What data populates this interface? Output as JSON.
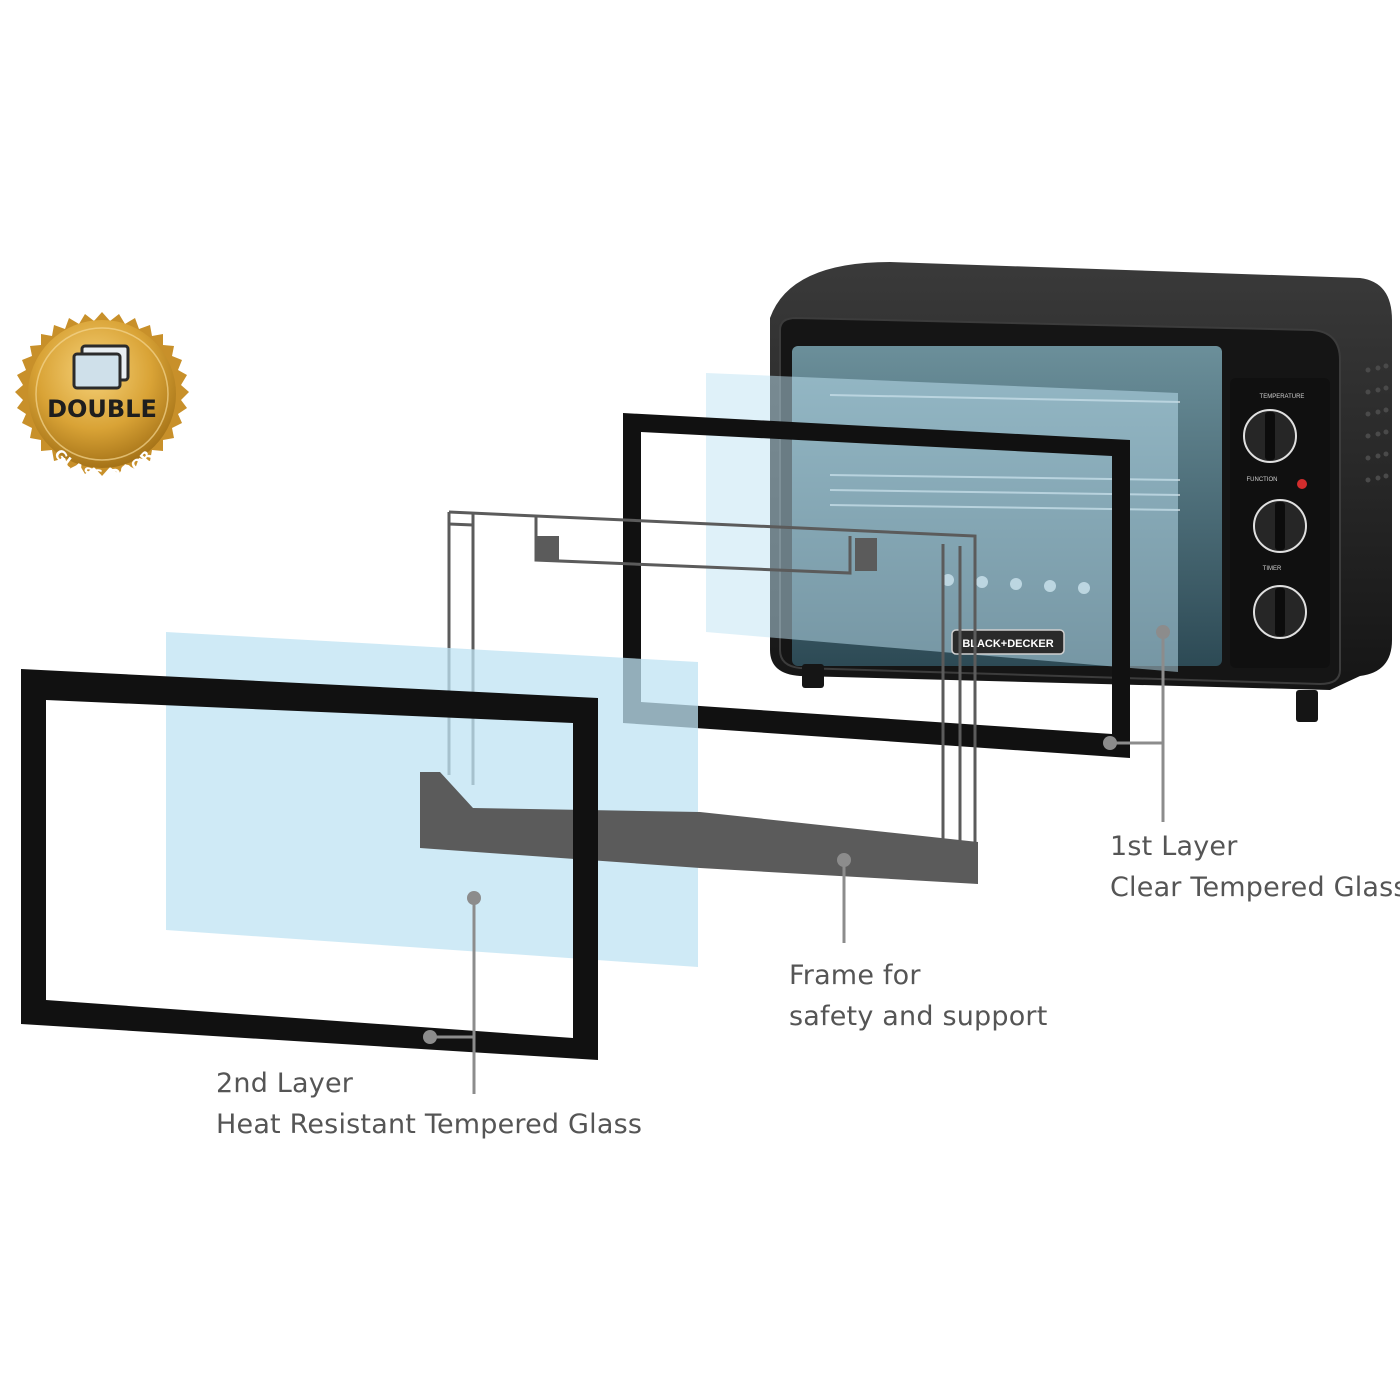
{
  "badge": {
    "line1": "DOUBLE",
    "line2": "GLASS DOOR",
    "color_gold": "#d9a336",
    "color_dark_gold": "#9c6a12"
  },
  "oven": {
    "brand": "BLACK+DECKER",
    "body_color": "#1c1c1c",
    "panel_labels": [
      "TEMPERATURE",
      "FUNCTION",
      "TIMER"
    ]
  },
  "callouts": {
    "first_layer": {
      "line1": "1st Layer",
      "line2": "Clear Tempered Glass"
    },
    "frame": {
      "line1": "Frame for",
      "line2": "safety and support"
    },
    "second_layer": {
      "line1": "2nd Layer",
      "line2": "Heat Resistant Tempered Glass"
    }
  },
  "colors": {
    "glass_tint": "#bfe3f3",
    "frame_black": "#111111",
    "support_frame": "#5b5b5b",
    "leader_line": "#8c8c8c",
    "text": "#555555"
  }
}
